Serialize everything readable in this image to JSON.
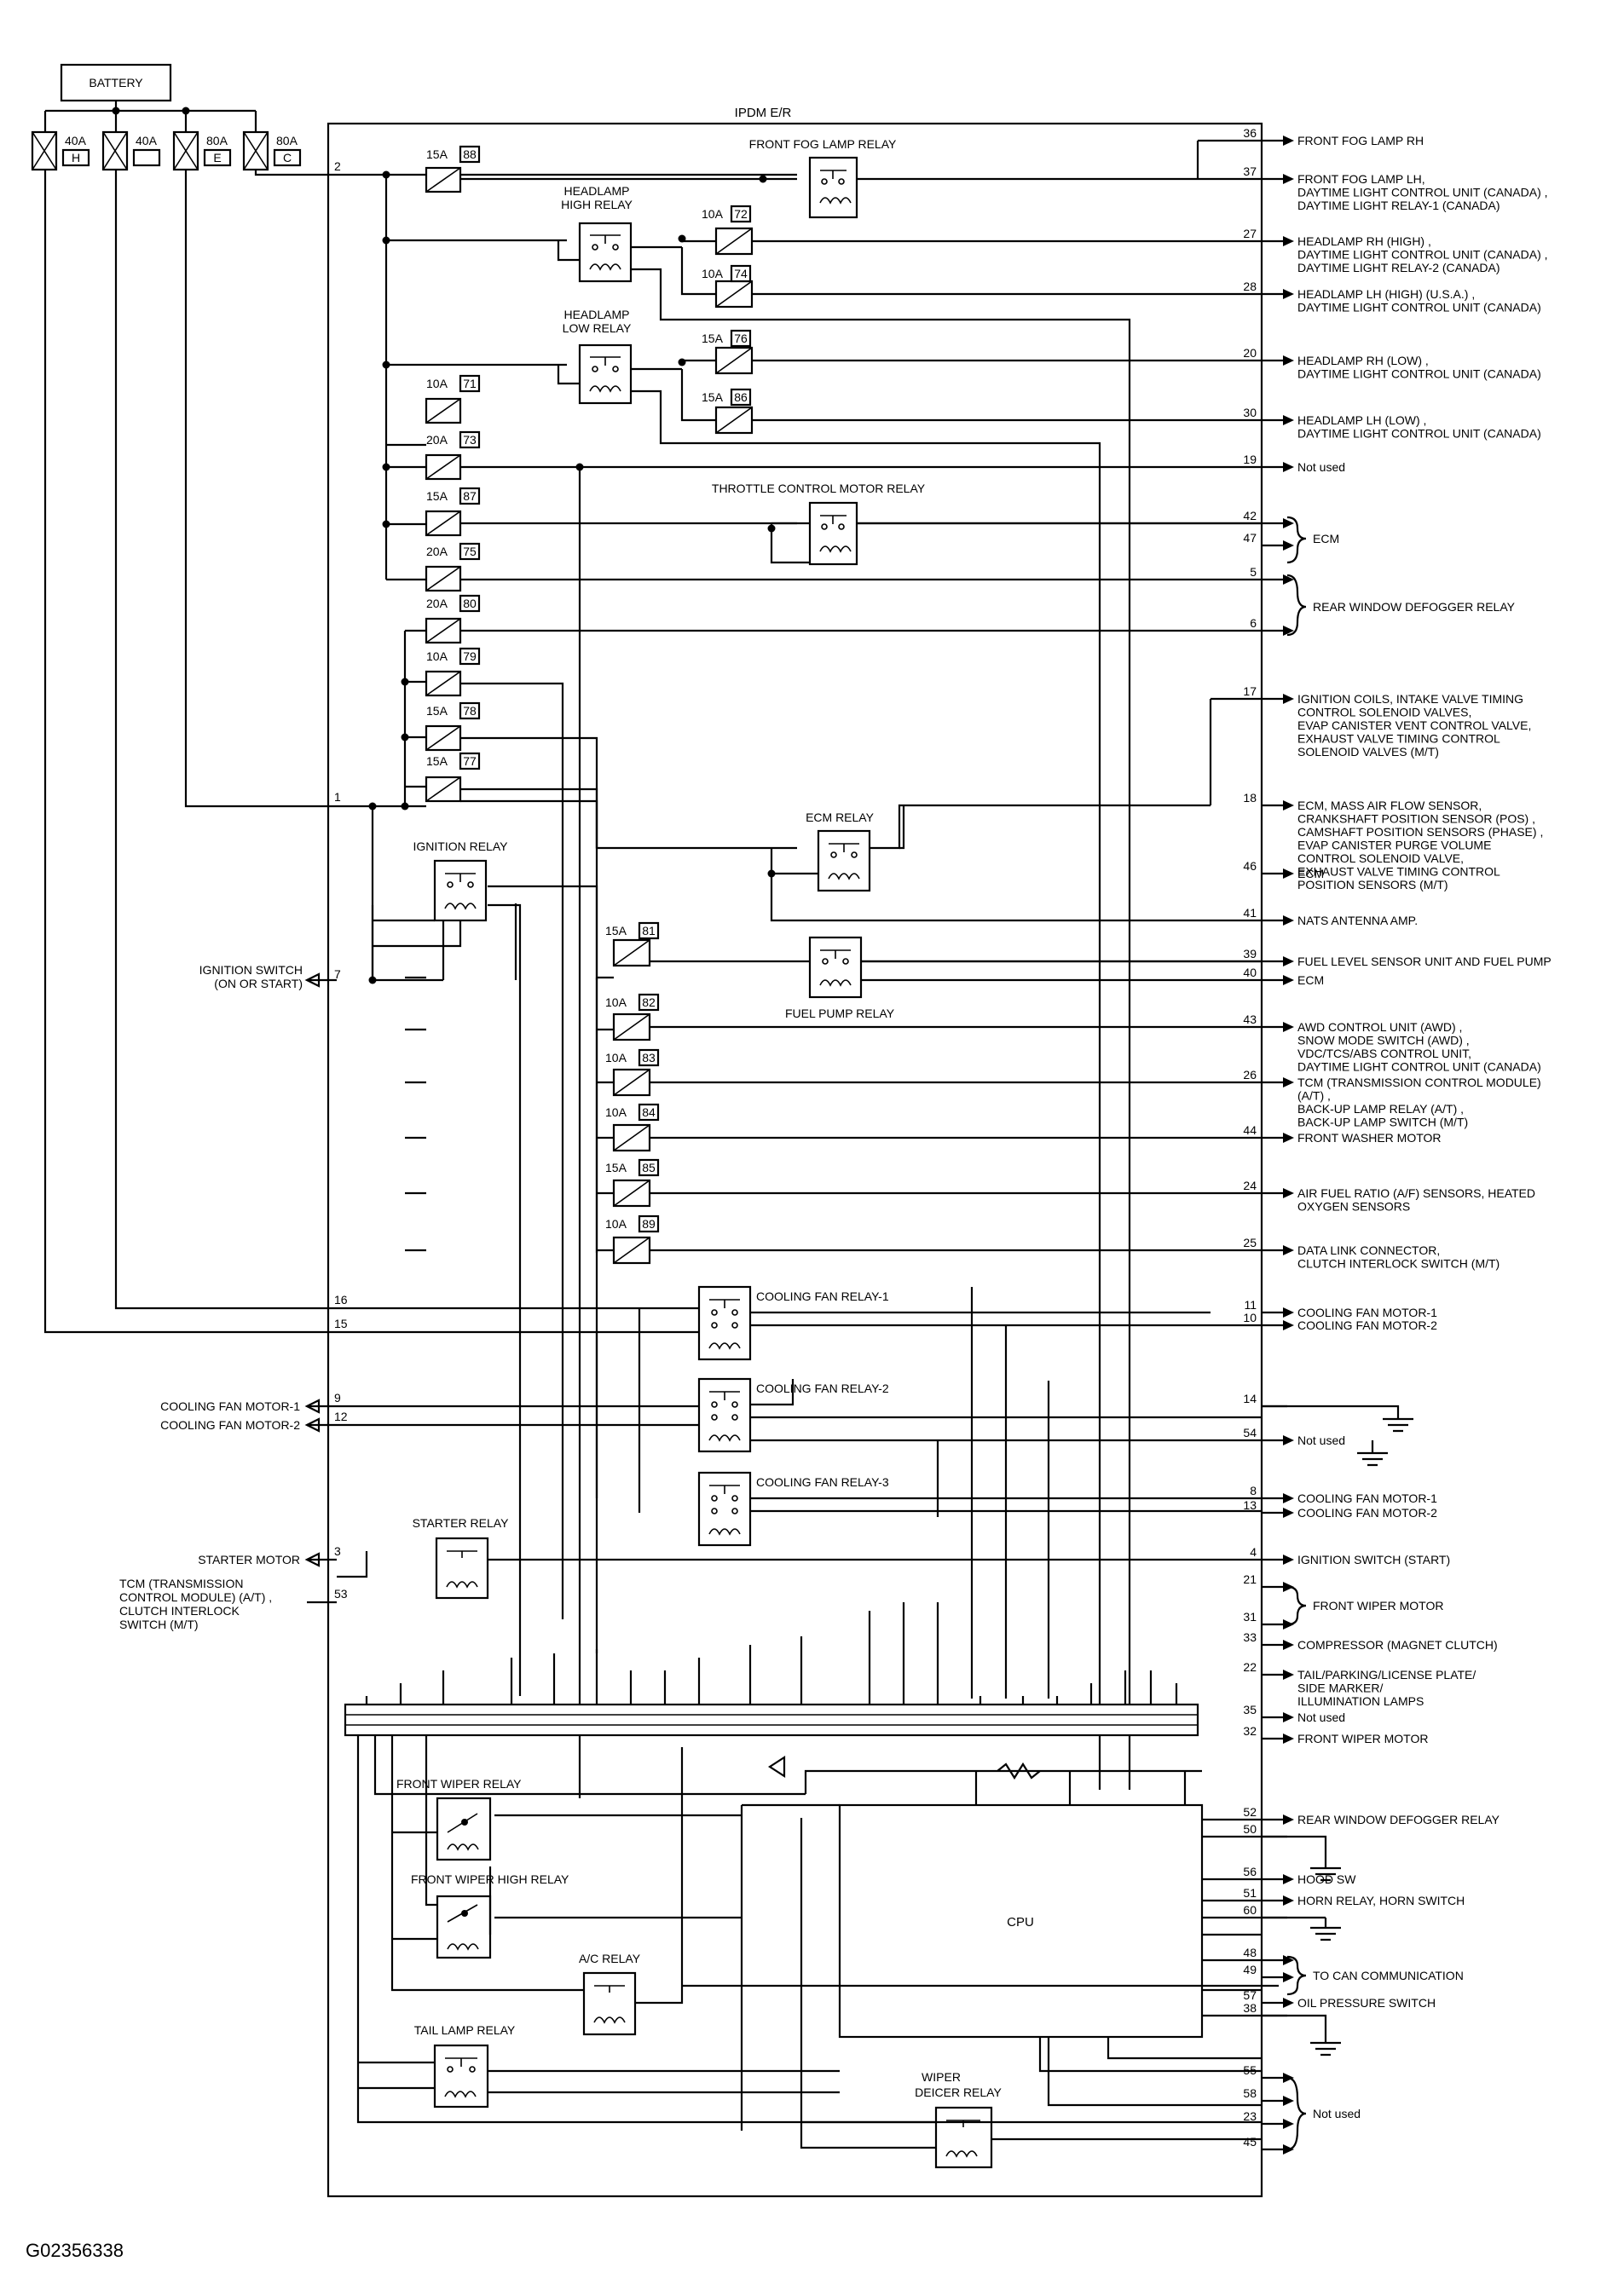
{
  "figure_id": "G02356338",
  "battery": {
    "label": "BATTERY"
  },
  "fusible_links": [
    {
      "amp": "40A",
      "letter": "H"
    },
    {
      "amp": "40A",
      "letter": ""
    },
    {
      "amp": "80A",
      "letter": "E"
    },
    {
      "amp": "80A",
      "letter": "C"
    }
  ],
  "module_title": "IPDM E/R",
  "fuses": [
    {
      "amp": "15A",
      "num": "88"
    },
    {
      "amp": "10A",
      "num": "72"
    },
    {
      "amp": "10A",
      "num": "74"
    },
    {
      "amp": "15A",
      "num": "76"
    },
    {
      "amp": "15A",
      "num": "86"
    },
    {
      "amp": "10A",
      "num": "71"
    },
    {
      "amp": "20A",
      "num": "73"
    },
    {
      "amp": "15A",
      "num": "87"
    },
    {
      "amp": "20A",
      "num": "75"
    },
    {
      "amp": "20A",
      "num": "80"
    },
    {
      "amp": "10A",
      "num": "79"
    },
    {
      "amp": "15A",
      "num": "78"
    },
    {
      "amp": "15A",
      "num": "77"
    },
    {
      "amp": "15A",
      "num": "81"
    },
    {
      "amp": "10A",
      "num": "82"
    },
    {
      "amp": "10A",
      "num": "83"
    },
    {
      "amp": "10A",
      "num": "84"
    },
    {
      "amp": "15A",
      "num": "85"
    },
    {
      "amp": "10A",
      "num": "89"
    }
  ],
  "relays": {
    "front_fog": "FRONT FOG LAMP RELAY",
    "headlamp_high": [
      "HEADLAMP",
      "HIGH RELAY"
    ],
    "headlamp_low": [
      "HEADLAMP",
      "LOW RELAY"
    ],
    "throttle": "THROTTLE CONTROL MOTOR RELAY",
    "ecm": "ECM RELAY",
    "ignition": "IGNITION RELAY",
    "fuel_pump": "FUEL PUMP RELAY",
    "cooling_1": "COOLING FAN RELAY-1",
    "cooling_2": "COOLING FAN RELAY-2",
    "cooling_3": "COOLING FAN RELAY-3",
    "starter": "STARTER RELAY",
    "front_wiper": "FRONT WIPER RELAY",
    "front_wiper_high": "FRONT WIPER HIGH RELAY",
    "ac": "A/C RELAY",
    "tail_lamp": "TAIL LAMP RELAY",
    "wiper_deicer": [
      "WIPER",
      "DEICER RELAY"
    ]
  },
  "cpu_label": "CPU",
  "left_pins": [
    {
      "pin": "2"
    },
    {
      "pin": "1"
    },
    {
      "pin": "7",
      "label": [
        "IGNITION SWITCH",
        "(ON OR START)"
      ]
    },
    {
      "pin": "16"
    },
    {
      "pin": "15"
    },
    {
      "pin": "9",
      "label": [
        "COOLING FAN MOTOR-1"
      ]
    },
    {
      "pin": "12",
      "label": [
        "COOLING FAN MOTOR-2"
      ]
    },
    {
      "pin": "3",
      "label": [
        "STARTER MOTOR"
      ]
    },
    {
      "pin": "53",
      "label": [
        "TCM (TRANSMISSION",
        "CONTROL MODULE) (A/T) ,",
        "CLUTCH INTERLOCK",
        "SWITCH (M/T)"
      ]
    }
  ],
  "right_pins": [
    {
      "pin": "36",
      "label": [
        "FRONT FOG LAMP RH"
      ]
    },
    {
      "pin": "37",
      "label": [
        "FRONT FOG LAMP LH,",
        "DAYTIME LIGHT CONTROL UNIT (CANADA) ,",
        "DAYTIME LIGHT RELAY-1 (CANADA)"
      ]
    },
    {
      "pin": "27",
      "label": [
        "HEADLAMP RH (HIGH) ,",
        "DAYTIME LIGHT CONTROL UNIT (CANADA) ,",
        "DAYTIME LIGHT RELAY-2 (CANADA)"
      ]
    },
    {
      "pin": "28",
      "label": [
        "HEADLAMP LH (HIGH) (U.S.A.) ,",
        "DAYTIME LIGHT CONTROL UNIT (CANADA)"
      ]
    },
    {
      "pin": "20",
      "label": [
        "HEADLAMP RH (LOW) ,",
        "DAYTIME LIGHT CONTROL UNIT (CANADA)"
      ]
    },
    {
      "pin": "30",
      "label": [
        "HEADLAMP LH (LOW) ,",
        "DAYTIME LIGHT CONTROL UNIT (CANADA)"
      ]
    },
    {
      "pin": "19",
      "label": [
        "Not used"
      ]
    },
    {
      "pin": "42"
    },
    {
      "pin": "47"
    },
    {
      "pin": "5"
    },
    {
      "pin": "6"
    },
    {
      "pin": "17",
      "label": [
        "IGNITION COILS, INTAKE VALVE TIMING",
        "CONTROL SOLENOID VALVES,",
        "EVAP CANISTER VENT CONTROL VALVE,",
        "EXHAUST VALVE TIMING CONTROL",
        "SOLENOID VALVES (M/T)"
      ]
    },
    {
      "pin": "18",
      "label": [
        "ECM, MASS AIR FLOW SENSOR,",
        "CRANKSHAFT POSITION SENSOR (POS) ,",
        "CAMSHAFT POSITION SENSORS (PHASE) ,",
        "EVAP CANISTER PURGE VOLUME",
        "CONTROL SOLENOID VALVE,",
        "EXHAUST VALVE TIMING CONTROL",
        "POSITION SENSORS (M/T)"
      ]
    },
    {
      "pin": "46",
      "label": [
        "ECM"
      ]
    },
    {
      "pin": "41",
      "label": [
        "NATS ANTENNA AMP."
      ]
    },
    {
      "pin": "39",
      "label": [
        "FUEL LEVEL SENSOR UNIT AND FUEL PUMP"
      ]
    },
    {
      "pin": "40",
      "label": [
        "ECM"
      ]
    },
    {
      "pin": "43",
      "label": [
        "AWD CONTROL UNIT (AWD) ,",
        "SNOW MODE SWITCH (AWD) ,",
        "VDC/TCS/ABS CONTROL UNIT,",
        "DAYTIME LIGHT CONTROL UNIT (CANADA)"
      ]
    },
    {
      "pin": "26",
      "label": [
        "TCM (TRANSMISSION CONTROL MODULE)",
        "(A/T) ,",
        "BACK-UP LAMP RELAY (A/T) ,",
        "BACK-UP LAMP SWITCH (M/T)"
      ]
    },
    {
      "pin": "44",
      "label": [
        "FRONT WASHER MOTOR"
      ]
    },
    {
      "pin": "24",
      "label": [
        "AIR FUEL RATIO (A/F) SENSORS, HEATED",
        "OXYGEN SENSORS"
      ]
    },
    {
      "pin": "25",
      "label": [
        "DATA LINK CONNECTOR,",
        "CLUTCH INTERLOCK SWITCH (M/T)"
      ]
    },
    {
      "pin": "11",
      "label": [
        "COOLING FAN MOTOR-1"
      ]
    },
    {
      "pin": "10",
      "label": [
        "COOLING FAN MOTOR-2"
      ]
    },
    {
      "pin": "14"
    },
    {
      "pin": "54",
      "label": [
        "Not used"
      ]
    },
    {
      "pin": "8",
      "label": [
        "COOLING FAN MOTOR-1"
      ]
    },
    {
      "pin": "13",
      "label": [
        "COOLING FAN MOTOR-2"
      ]
    },
    {
      "pin": "4",
      "label": [
        "IGNITION SWITCH (START)"
      ]
    },
    {
      "pin": "21"
    },
    {
      "pin": "31"
    },
    {
      "pin": "33",
      "label": [
        "COMPRESSOR (MAGNET CLUTCH)"
      ]
    },
    {
      "pin": "22",
      "label": [
        "TAIL/PARKING/LICENSE PLATE/",
        "SIDE MARKER/",
        "ILLUMINATION LAMPS"
      ]
    },
    {
      "pin": "35",
      "label": [
        "Not used"
      ]
    },
    {
      "pin": "32",
      "label": [
        "FRONT WIPER MOTOR"
      ]
    },
    {
      "pin": "52",
      "label": [
        "REAR WINDOW DEFOGGER RELAY"
      ]
    },
    {
      "pin": "50"
    },
    {
      "pin": "56",
      "label": [
        "HOOD SW"
      ]
    },
    {
      "pin": "51",
      "label": [
        "HORN RELAY, HORN SWITCH"
      ]
    },
    {
      "pin": "60"
    },
    {
      "pin": "48"
    },
    {
      "pin": "49"
    },
    {
      "pin": "57",
      "label": [
        "OIL PRESSURE SWITCH"
      ]
    },
    {
      "pin": "38"
    },
    {
      "pin": "55"
    },
    {
      "pin": "58"
    },
    {
      "pin": "23"
    },
    {
      "pin": "45"
    }
  ],
  "groups": {
    "ecm_pair": "ECM",
    "rear_defogger_pair": "REAR WINDOW DEFOGGER RELAY",
    "front_wiper_pair": "FRONT WIPER MOTOR",
    "can_pair": "TO CAN COMMUNICATION",
    "not_used_four": "Not used"
  }
}
